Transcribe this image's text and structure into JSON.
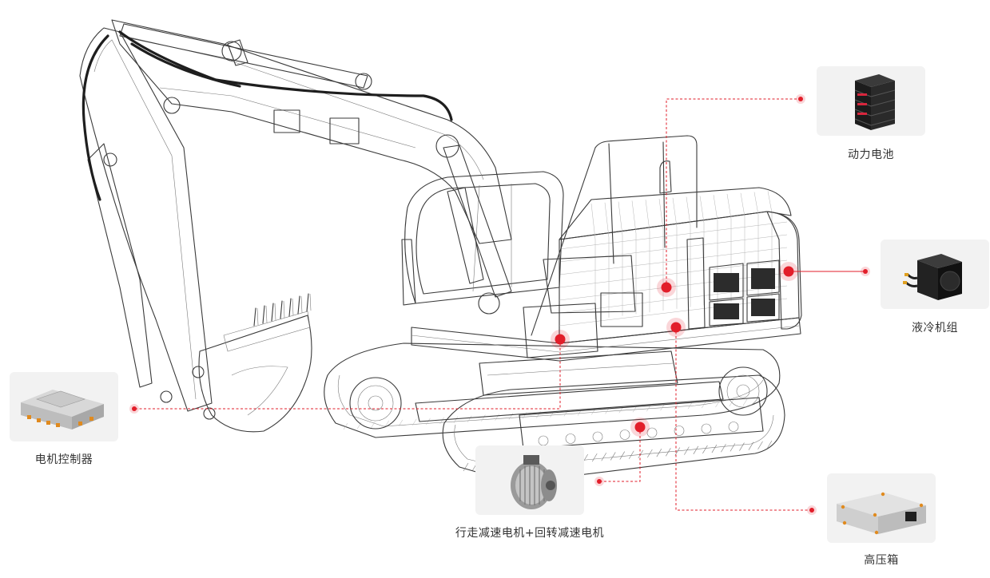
{
  "accent_color": "#e21e2a",
  "components": {
    "battery": {
      "label": "动力电池",
      "icon": "battery-pack-icon"
    },
    "cooling": {
      "label": "液冷机组",
      "icon": "liquid-cooling-unit-icon"
    },
    "controller": {
      "label": "电机控制器",
      "icon": "motor-controller-icon"
    },
    "motor": {
      "label": "行走减速电机+回转减速电机",
      "icon": "reduction-motor-icon"
    },
    "hvbox": {
      "label": "高压箱",
      "icon": "high-voltage-box-icon"
    }
  }
}
